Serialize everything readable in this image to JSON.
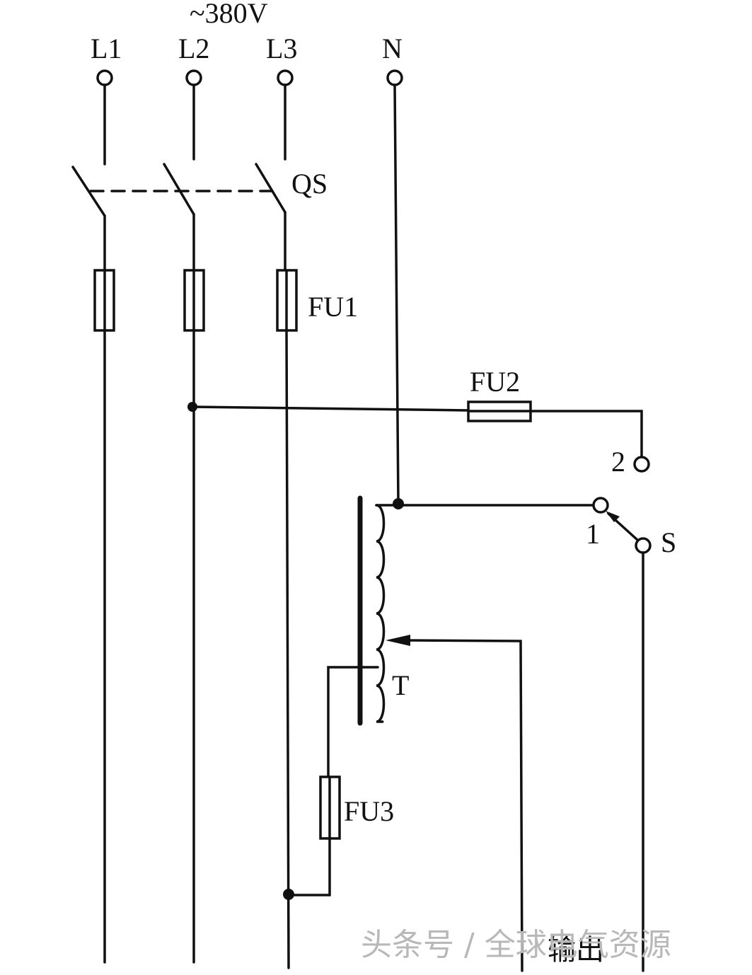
{
  "supply": {
    "voltage": "~380V"
  },
  "phases": {
    "l1": "L1",
    "l2": "L2",
    "l3": "L3",
    "n": "N"
  },
  "components": {
    "switch_qs": "QS",
    "fuse_fu1": "FU1",
    "fuse_fu2": "FU2",
    "fuse_fu3": "FU3",
    "transformer_t": "T",
    "selector_s": "S",
    "selector_pos1": "1",
    "selector_pos2": "2"
  },
  "output_label": "输出",
  "watermark": "头条号 / 全球电气资源",
  "colors": {
    "line": "#111111",
    "background": "#ffffff",
    "watermark": "#b8b8b8"
  }
}
